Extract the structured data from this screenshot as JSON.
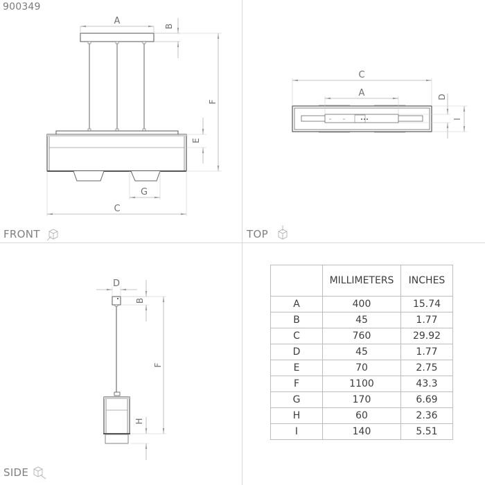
{
  "product_code": "900349",
  "views": {
    "front": {
      "label": "FRONT",
      "icon": "cube-front-view-icon"
    },
    "top": {
      "label": "TOP",
      "icon": "cube-top-view-icon"
    },
    "side": {
      "label": "SIDE",
      "icon": "cube-side-view-icon"
    }
  },
  "dimension_labels": {
    "front": [
      "A",
      "B",
      "C",
      "E",
      "F",
      "G"
    ],
    "top": [
      "C",
      "A",
      "D",
      "I"
    ],
    "side": [
      "D",
      "B",
      "F",
      "H"
    ]
  },
  "table": {
    "headers": [
      "",
      "MILLIMETERS",
      "INCHES"
    ],
    "rows": [
      {
        "label": "A",
        "mm": "400",
        "in": "15.74"
      },
      {
        "label": "B",
        "mm": "45",
        "in": "1.77"
      },
      {
        "label": "C",
        "mm": "760",
        "in": "29.92"
      },
      {
        "label": "D",
        "mm": "45",
        "in": "1.77"
      },
      {
        "label": "E",
        "mm": "70",
        "in": "2.75"
      },
      {
        "label": "F",
        "mm": "1100",
        "in": "43.3"
      },
      {
        "label": "G",
        "mm": "170",
        "in": "6.69"
      },
      {
        "label": "H",
        "mm": "60",
        "in": "2.36"
      },
      {
        "label": "I",
        "mm": "140",
        "in": "5.51"
      }
    ]
  },
  "colors": {
    "line": "#555555",
    "dim_line": "#b0b0b0",
    "divider": "#d9d9d9",
    "text": "#707070"
  }
}
